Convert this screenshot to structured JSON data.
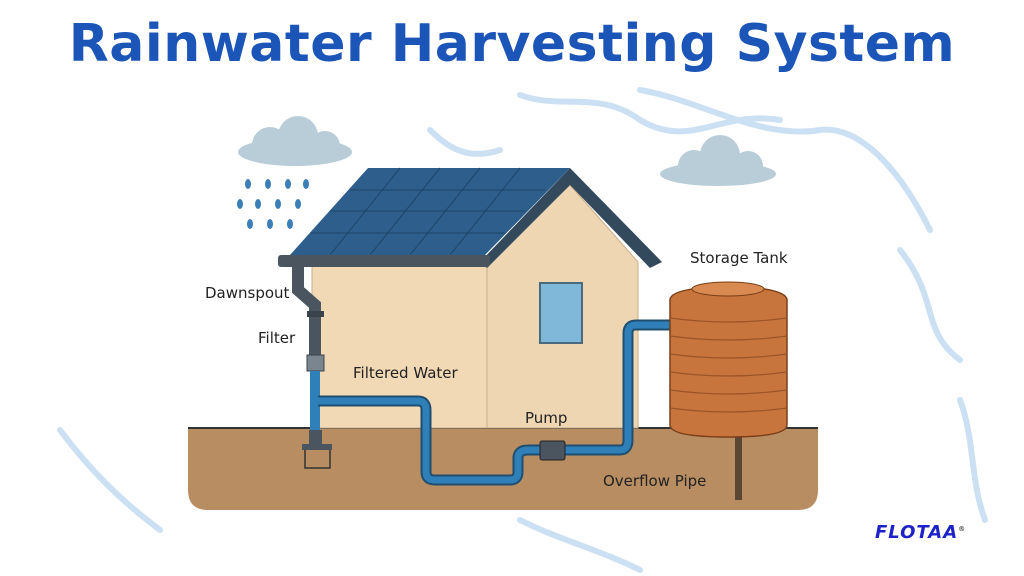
{
  "title": "Rainwater Harvesting System",
  "labels": {
    "downspout": "Dawnspout",
    "filter": "Filter",
    "filtered_water": "Filtered Water",
    "pump": "Pump",
    "storage_tank": "Storage Tank",
    "overflow_pipe": "Overflow Pipe"
  },
  "brand": "FLOTAA",
  "colors": {
    "title": "#1c55b8",
    "roof": "#2e5f8c",
    "wall": "#f1d9b6",
    "ground": "#b98d62",
    "pipe": "#2f7fb8",
    "downspout": "#4a5560",
    "tank": "#c8753d",
    "cloud": "#b9cdd9",
    "rain": "#3b7fb6"
  }
}
